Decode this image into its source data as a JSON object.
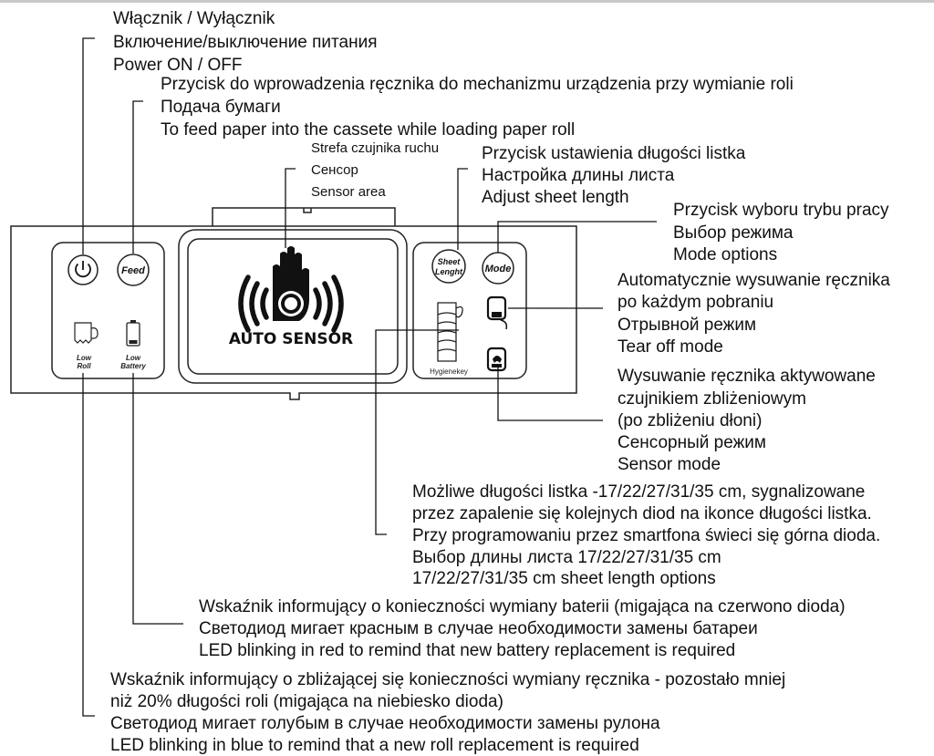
{
  "panel": {
    "power_icon": "power-icon",
    "feed_button": "Feed",
    "sheet_button_line1": "Sheet",
    "sheet_button_line2": "Lenght",
    "mode_button": "Mode",
    "sensor_label": "AUTO SENSOR",
    "low_roll_line1": "Low",
    "low_roll_line2": "Roll",
    "low_battery_line1": "Low",
    "low_battery_line2": "Battery",
    "brand": "Hygienekey"
  },
  "callouts": {
    "power": [
      "Włącznik / Wyłącznik",
      "Включение/выключение питания",
      "Power ON / OFF"
    ],
    "feed": [
      "Przycisk do wprowadzenia ręcznika do mechanizmu urządzenia przy wymianie roli",
      "Подача бумаги",
      "To feed paper into the cassete while loading paper roll"
    ],
    "sensor": [
      "Strefa czujnika ruchu",
      "Сенсор",
      "Sensor area"
    ],
    "sheet": [
      "Przycisk ustawienia długości listka",
      "Настройка длины листа",
      "Adjust sheet length"
    ],
    "mode": [
      "Przycisk wyboru trybu pracy",
      "Выбор режима",
      "Mode options"
    ],
    "tear_off": [
      "Automatycznie wysuwanie ręcznika",
      "po każdym pobraniu",
      "Отрывной режим",
      "Tear off mode"
    ],
    "sensor_mode": [
      "Wysuwanie ręcznika aktywowane",
      "czujnikiem zbliżeniowym",
      "(po zbliżeniu dłoni)",
      "Сенсорный режим",
      "Sensor mode"
    ],
    "length": [
      "Możliwe długości listka -17/22/27/31/35 cm, sygnalizowane",
      "przez zapalenie się kolejnych diod na ikonce długości listka.",
      "Przy programowaniu przez smartfona świeci się górna dioda.",
      "Выбор длины листа 17/22/27/31/35 cm",
      "17/22/27/31/35 cm sheet length options"
    ],
    "battery": [
      "Wskaźnik informujący o konieczności wymiany baterii (migająca na czerwono dioda)",
      "Светодиод мигает красным в случае необходимости замены батареи",
      "LED blinking in red to remind that new battery replacement is required"
    ],
    "roll": [
      "Wskaźnik informujący o zbliżającej się konieczności wymiany ręcznika - pozostało mniej",
      "niż 20% długości roli (migająca na niebiesko dioda)",
      "Светодиод мигает голубым в случае необходимости замены рулона",
      "LED blinking in blue to remind that a new roll replacement is required"
    ]
  }
}
